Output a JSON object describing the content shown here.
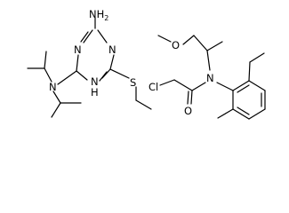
{
  "molecule_left": {
    "labels": {
      "amino": "NH",
      "amino_sub": "2",
      "ring_n_right": "N",
      "ring_n_left": "N",
      "ring_nh": "N",
      "ring_nh_h": "H",
      "amine_n": "N",
      "sulfur": "S"
    }
  },
  "molecule_right": {
    "labels": {
      "ether_o": "O",
      "amide_n": "N",
      "chlorine": "Cl",
      "carbonyl_o": "O"
    }
  }
}
